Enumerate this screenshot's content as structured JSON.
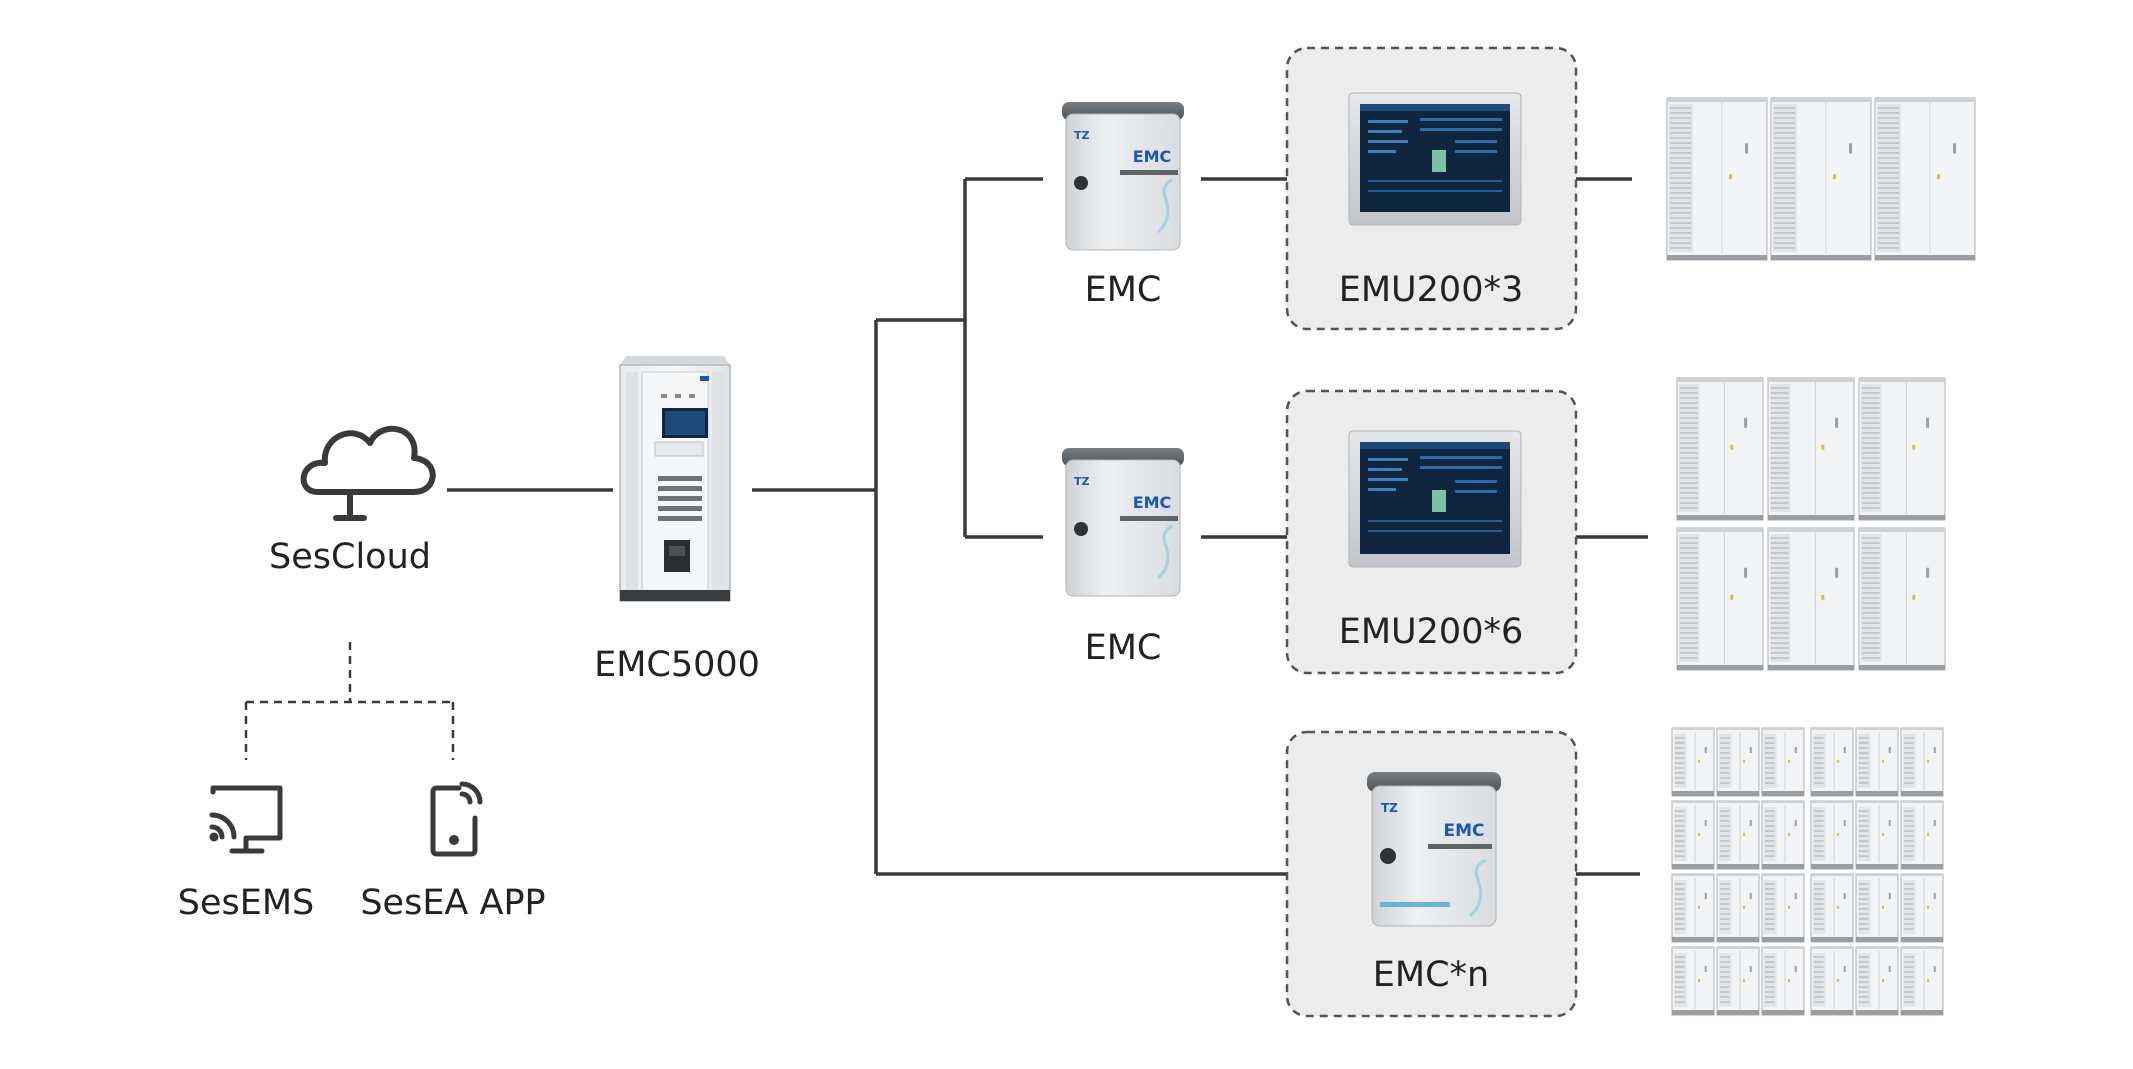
{
  "colors": {
    "line": "#3a3a3a",
    "dashed_border": "#555555",
    "group_fill": "#ececec",
    "text": "#222222",
    "emc_blue": "#1c57b8",
    "screen": "#10263f"
  },
  "nodes": {
    "sescloud": {
      "label": "SesCloud",
      "icon": "cloud-icon"
    },
    "sesems": {
      "label": "SesEMS",
      "icon": "cast-monitor-icon"
    },
    "sesea_app": {
      "label": "SesEA APP",
      "icon": "mobile-wifi-icon"
    },
    "emc5000": {
      "label": "EMC5000"
    },
    "emc_1": {
      "label": "EMC",
      "brand": "EMC"
    },
    "emc_2": {
      "label": "EMC",
      "brand": "EMC"
    },
    "group_1": {
      "label": "EMU200*3"
    },
    "group_2": {
      "label": "EMU200*6"
    },
    "group_3": {
      "label": "EMC*n",
      "brand": "EMC"
    }
  },
  "storage": {
    "row_1_count": 3,
    "row_2_count": 6,
    "row_3_count": 24
  }
}
